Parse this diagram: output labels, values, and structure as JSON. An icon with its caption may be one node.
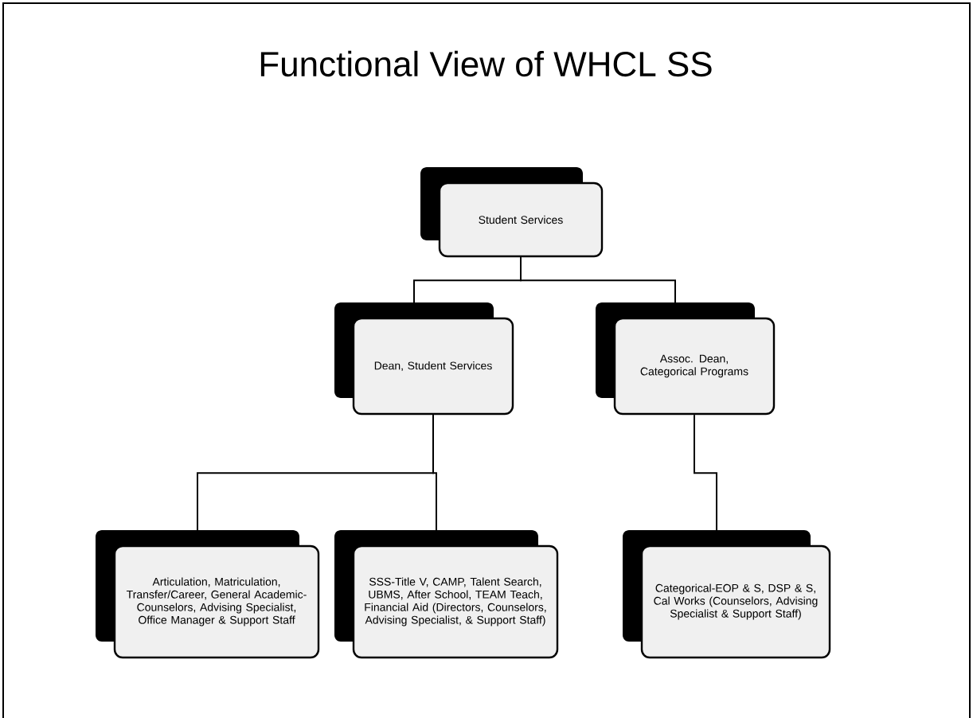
{
  "diagram": {
    "title": "Functional View of WHCL SS",
    "nodes": [
      {
        "text": [
          "Student Services"
        ]
      },
      {
        "text": [
          "Dean, Student Services"
        ]
      },
      {
        "text": [
          "Assoc. Dean, Categorical Programs"
        ]
      },
      {
        "text": [
          "Articulation, Matriculation, Transfer/Career, General Academic-Counselors, Advising Specialist, Office Manager & Support Staff"
        ]
      },
      {
        "text": [
          "SSS-Title V, CAMP, Talent Search, UBMS, After School, TEAM Teach, Financial Aid (Directors, Counselors, Advising Specialist, & Support Staff)"
        ]
      },
      {
        "text": [
          "Categorical-EOP & S, DSP & S, Cal Works (Counselors, Advising Specialist & Support Staff)"
        ]
      }
    ],
    "edges": [
      {
        "from": 0,
        "to": 1,
        "arrow": "none"
      },
      {
        "from": 0,
        "to": 2,
        "arrow": "none"
      },
      {
        "from": 1,
        "to": 3,
        "arrow": "none"
      },
      {
        "from": 1,
        "to": 4,
        "arrow": "none"
      },
      {
        "from": 2,
        "to": 5,
        "arrow": "none"
      }
    ]
  }
}
